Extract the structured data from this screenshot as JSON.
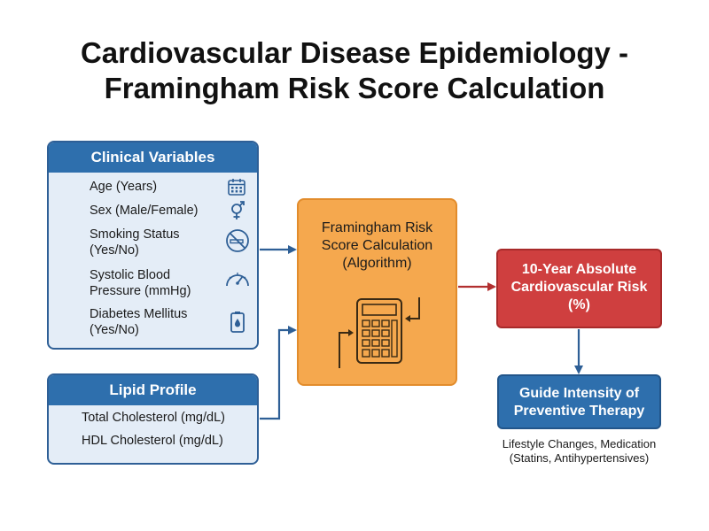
{
  "title": {
    "line1": "Cardiovascular Disease Epidemiology -",
    "line2": "Framingham Risk Score Calculation"
  },
  "clinical": {
    "header": "Clinical Variables",
    "items": [
      {
        "lines": [
          "Age (Years)"
        ],
        "icon": "calendar-icon"
      },
      {
        "lines": [
          "Sex (Male/Female)"
        ],
        "icon": "gender-icon"
      },
      {
        "lines": [
          "Smoking Status",
          "(Yes/No)"
        ],
        "icon": "no-smoking-icon"
      },
      {
        "lines": [
          "Systolic Blood",
          "Pressure (mmHg)"
        ],
        "icon": "gauge-icon"
      },
      {
        "lines": [
          "Diabetes Mellitus",
          "(Yes/No)"
        ],
        "icon": "glucose-meter-icon"
      }
    ]
  },
  "lipid": {
    "header": "Lipid Profile",
    "items": [
      "Total Cholesterol (mg/dL)",
      "HDL Cholesterol (mg/dL)"
    ]
  },
  "algorithm": {
    "lines": [
      "Framingham Risk",
      "Score Calculation",
      "(Algorithm)"
    ],
    "icon": "calculator-icon"
  },
  "risk": {
    "lines": [
      "10-Year Absolute",
      "Cardiovascular Risk",
      "(%)"
    ]
  },
  "guide": {
    "lines": [
      "Guide Intensity of",
      "Preventive Therapy"
    ],
    "note": [
      "Lifestyle Changes, Medication",
      "(Statins, Antihypertensives)"
    ]
  },
  "colors": {
    "panel_header": "#2e6fad",
    "panel_bg": "#e4edf7",
    "algorithm_fill": "#f5a84e",
    "risk_fill": "#cf3f3f",
    "connector_blue": "#2e5f96",
    "connector_red": "#b23030"
  }
}
